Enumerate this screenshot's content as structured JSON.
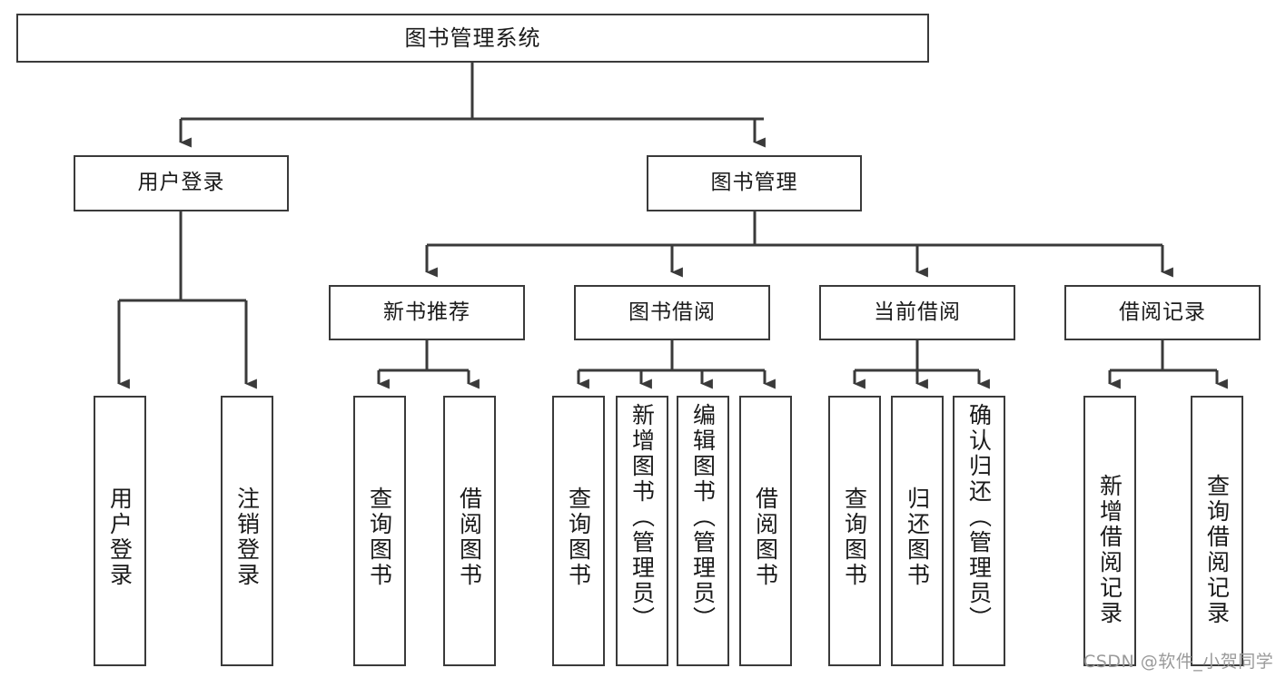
{
  "diagram": {
    "type": "tree-hierarchy",
    "title": "图书管理系统",
    "root": {
      "label": "图书管理系统"
    },
    "level2": [
      {
        "label": "用户登录"
      },
      {
        "label": "图书管理"
      }
    ],
    "level3": [
      {
        "label": "新书推荐"
      },
      {
        "label": "图书借阅"
      },
      {
        "label": "当前借阅"
      },
      {
        "label": "借阅记录"
      }
    ],
    "leaves": {
      "user_login": [
        {
          "label": "用户登录"
        },
        {
          "label": "注销登录"
        }
      ],
      "new_book_recommend": [
        {
          "label": "查询图书"
        },
        {
          "label": "借阅图书"
        }
      ],
      "book_borrow": [
        {
          "label": "查询图书"
        },
        {
          "label": "新增图书（管理员）"
        },
        {
          "label": "编辑图书（管理员）"
        },
        {
          "label": "借阅图书"
        }
      ],
      "current_borrow": [
        {
          "label": "查询图书"
        },
        {
          "label": "归还图书"
        },
        {
          "label": "确认归还（管理员）"
        }
      ],
      "borrow_record": [
        {
          "label": "新增借阅记录"
        },
        {
          "label": "查询借阅记录"
        }
      ]
    }
  },
  "watermark": {
    "text": "CSDN @软件_小贺同学"
  },
  "colors": {
    "box_border": "#3a3a3a",
    "box_fill": "#ffffff",
    "line": "#3a3a3a",
    "text": "#1a1a1a",
    "watermark": "#9a9a9a",
    "background": "#ffffff"
  }
}
